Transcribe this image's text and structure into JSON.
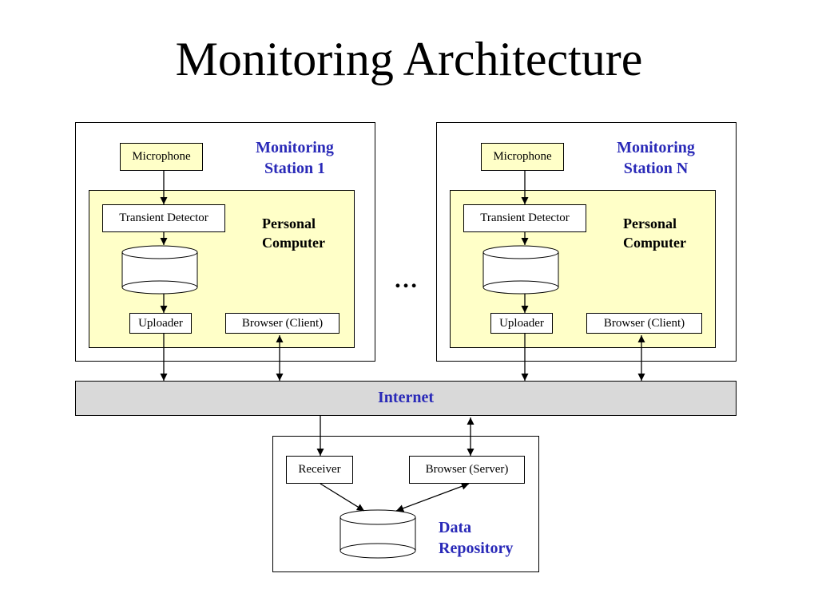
{
  "title": "Monitoring Architecture",
  "station1": {
    "title_line1": "Monitoring",
    "title_line2": "Station 1",
    "microphone": "Microphone",
    "pc_line1": "Personal",
    "pc_line2": "Computer",
    "transient_detector": "Transient Detector",
    "hard_disk": "Hard Disk",
    "uploader": "Uploader",
    "browser": "Browser (Client)"
  },
  "stationN": {
    "title_line1": "Monitoring",
    "title_line2": "Station N",
    "microphone": "Microphone",
    "pc_line1": "Personal",
    "pc_line2": "Computer",
    "transient_detector": "Transient Detector",
    "hard_disk": "Hard Disk",
    "uploader": "Uploader",
    "browser": "Browser (Client)"
  },
  "ellipsis": "…",
  "internet": "Internet",
  "repository": {
    "title_line1": "Data",
    "title_line2": "Repository",
    "receiver": "Receiver",
    "browser": "Browser (Server)",
    "database": "Database"
  },
  "colors": {
    "accent_text": "#2a2ab8",
    "pc_fill": "#ffffc8",
    "internet_fill": "#d9d9d9"
  }
}
